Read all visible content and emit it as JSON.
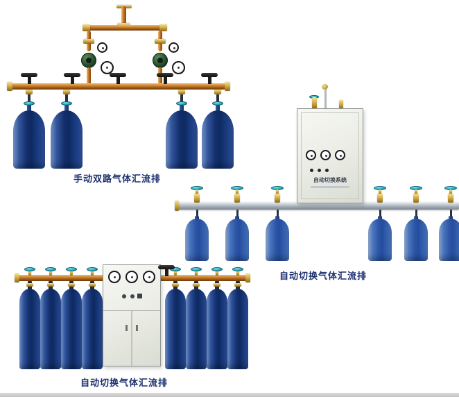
{
  "page": {
    "background": "#ffffff",
    "bottom_strip_color": "#d2d2d2"
  },
  "products": {
    "manual_dual": {
      "caption": "手动双路气体汇流排"
    },
    "auto_switch_right": {
      "caption": "自动切换气体汇流排"
    },
    "auto_switch_bottom": {
      "caption": "自动切换气体汇流排"
    }
  },
  "cabinet_right": {
    "title": "自动切换系统"
  },
  "colors": {
    "caption_text": "#1c2f6e",
    "cylinder_navy": "#12306e",
    "cylinder_blue": "#2c55a4",
    "valve_teal": "#25aabe",
    "pipe_copper": "#cd8030",
    "cabinet_body": "#eef0e9",
    "rail_silver": "#b5bdc5"
  }
}
